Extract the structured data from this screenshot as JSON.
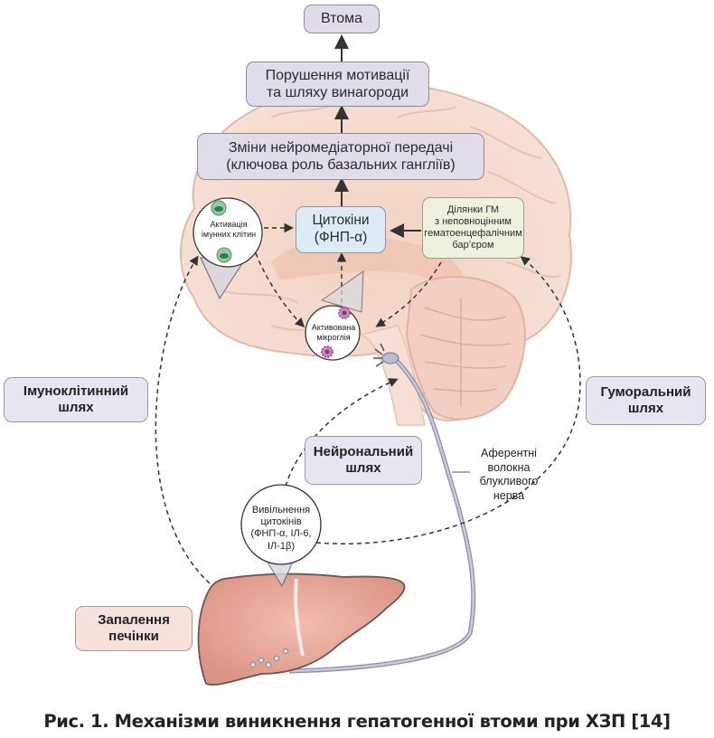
{
  "figure": {
    "boxes": {
      "fatigue": "Втома",
      "motivation": [
        "Порушення мотивації",
        "та шляху винагороди"
      ],
      "neurotransmission": [
        "Зміни нейромедіаторної передачі",
        "(ключова роль базальних гангліїв)"
      ],
      "cytokines": [
        "Цитокіни",
        "(ФНП-α)"
      ],
      "bbb_regions": [
        "Ділянки ГМ",
        "з неповноцінним",
        "гематоенцефалічним",
        "бар’єром"
      ]
    },
    "bubbles": {
      "immune_activation": [
        "Активація",
        "імунних клітин"
      ],
      "microglia": [
        "Активована",
        "мікроглія"
      ],
      "cytokine_release": [
        "Вивільнення",
        "цитокінів",
        "(ФНП-α, ІЛ-6,",
        "ІЛ-1β)"
      ]
    },
    "pathways": {
      "immune_cell": [
        "Імуноклітинний",
        "шлях"
      ],
      "humoral": [
        "Гуморальний",
        "шлях"
      ],
      "neuronal": [
        "Нейрональний",
        "шлях"
      ]
    },
    "labels": {
      "vagus": [
        "Аферентні",
        "волокна",
        "блукливого",
        "нерва"
      ],
      "liver_inflammation": [
        "Запалення",
        "печінки"
      ]
    },
    "caption": "Рис. 1. Механізми виникнення гепатогенної втоми при ХЗП [14]"
  },
  "colors": {
    "brain": "#f5d9cc",
    "brain_outline": "#e2b9a8",
    "liver": "#e8a596",
    "liver_outline": "#7a5a55",
    "box_purple": "#e1dcea",
    "box_blue": "#ddebf7",
    "box_green": "#eef2dc",
    "nerve": "#a9adc2"
  },
  "icons": [
    "immune-cell-icon",
    "microglia-icon",
    "vagus-nerve-ending-icon",
    "liver-illustration",
    "brain-illustration"
  ]
}
